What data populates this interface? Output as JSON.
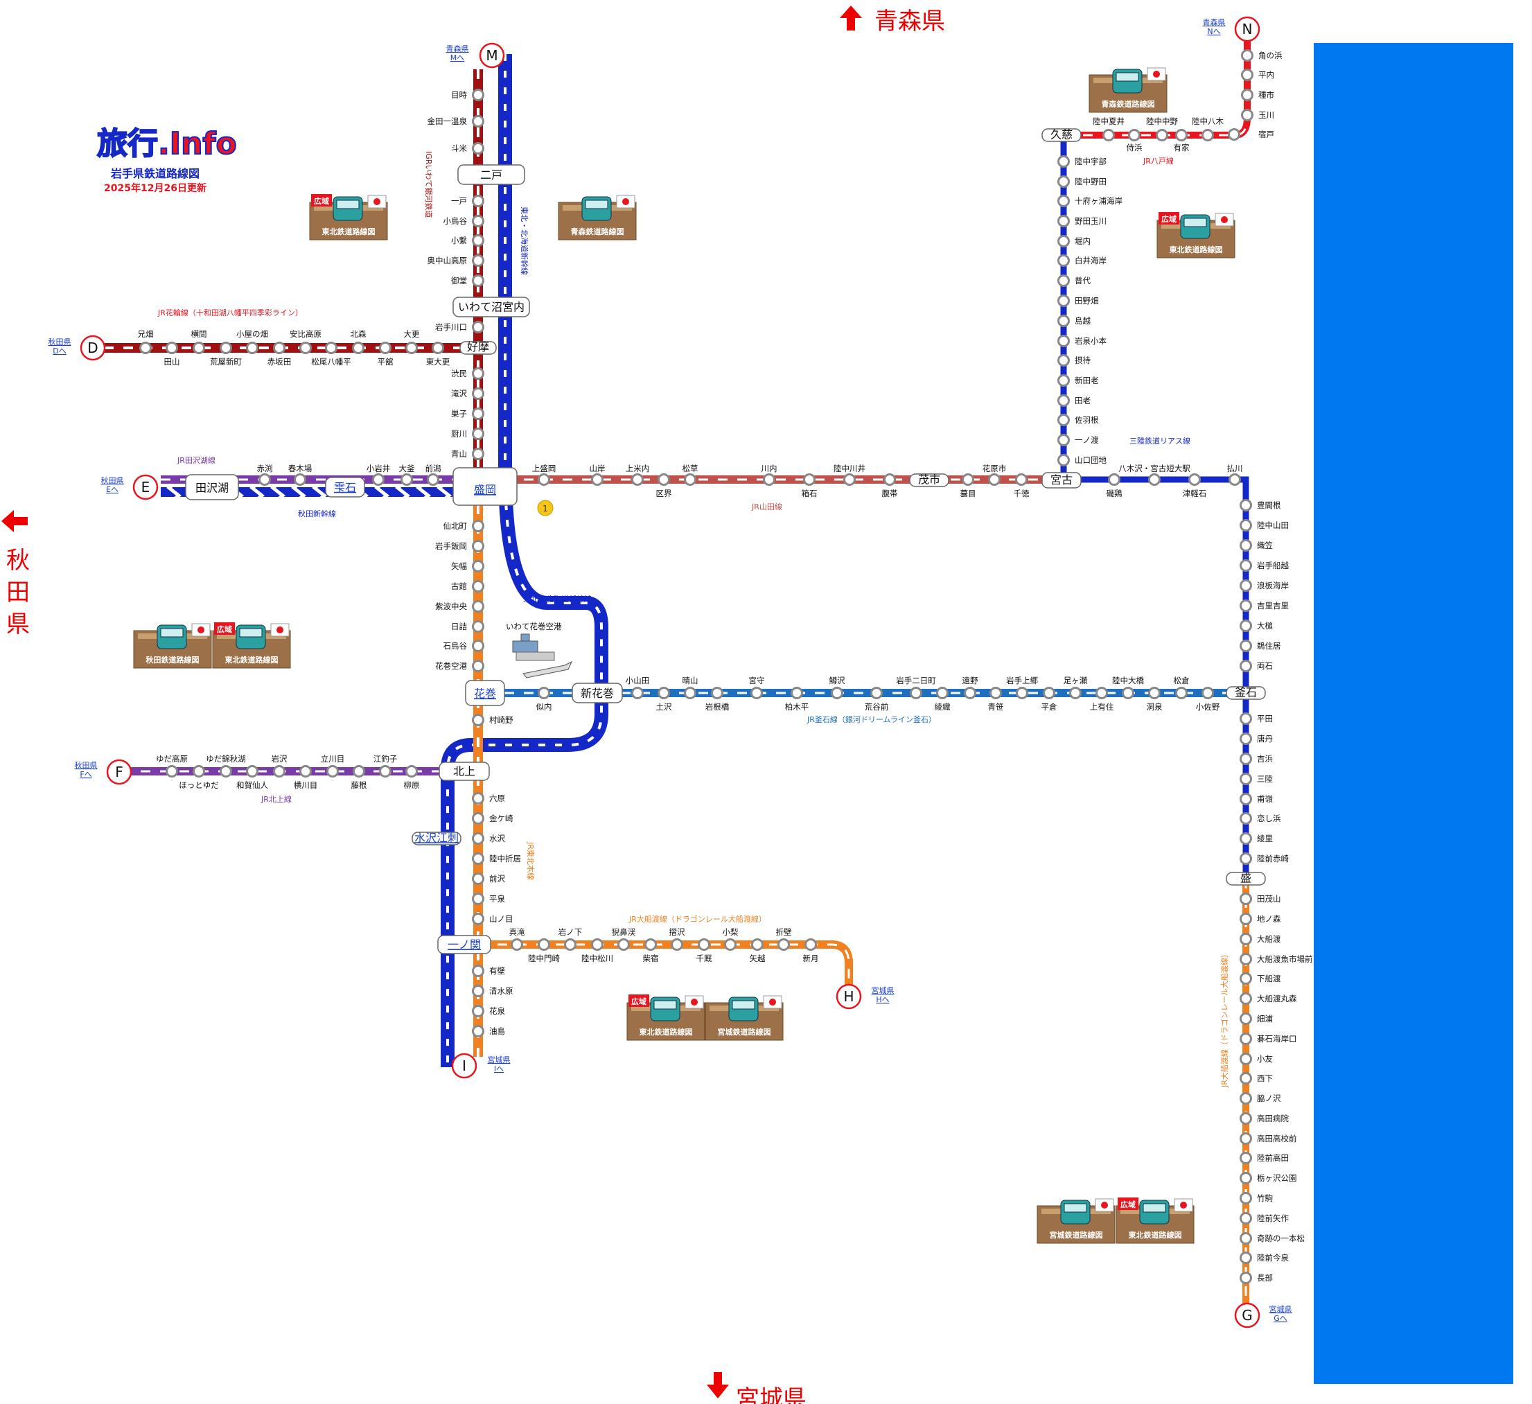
{
  "brand": {
    "logo_text": "旅行.Info",
    "title": "岩手県鉄道路線図",
    "updated": "2025年12月26日更新"
  },
  "colors": {
    "shinkansen": "#1428c8",
    "red": "#e8141e",
    "darkred": "#a01010",
    "purple": "#7a3aa8",
    "orange": "#f08020",
    "blue": "#1e6fbf",
    "sea": "#0078f0",
    "brown": "#a07850"
  },
  "directions": {
    "north": "青森県",
    "south": "宮城県",
    "west_chars": [
      "秋",
      "田",
      "県"
    ]
  },
  "exits": {
    "M": {
      "letter": "M",
      "pref": "青森県",
      "sub": "Mへ"
    },
    "N": {
      "letter": "N",
      "pref": "青森県",
      "sub": "Nへ"
    },
    "D": {
      "letter": "D",
      "pref": "秋田県",
      "sub": "Dへ"
    },
    "E": {
      "letter": "E",
      "pref": "秋田県",
      "sub": "Eへ"
    },
    "F": {
      "letter": "F",
      "pref": "秋田県",
      "sub": "Fへ"
    },
    "G": {
      "letter": "G",
      "pref": "宮城県",
      "sub": "Gへ"
    },
    "H": {
      "letter": "H",
      "pref": "宮城県",
      "sub": "Hへ"
    },
    "I": {
      "letter": "I",
      "pref": "宮城県",
      "sub": "Iへ"
    }
  },
  "hubs": {
    "morioka": "盛岡",
    "ninohe": "二戸",
    "numakunai": "いわて沼宮内",
    "kozuya": "好摩",
    "tazawako": "田沢湖",
    "shizukuishi": "雫石",
    "hanamaki": "花巻",
    "shinhanamaki": "新花巻",
    "kitakami": "北上",
    "mizusawaesashi": "水沢江刺",
    "ichinoseki": "一ノ関",
    "kuji": "久慈",
    "miyako": "宮古",
    "moichi": "茂市",
    "kamaishi": "釜石",
    "sakari": "盛"
  },
  "lines": {
    "igr": "IGRいわて銀河鉄道",
    "tohoku_shinkansen": "東北・北海道新幹線",
    "tohoku_shinkansen2": "東北・北海道新幹線",
    "hanawa": "JR花輪線（十和田湖八幡平四季彩ライン）",
    "tazawako": "JR田沢湖線",
    "akita_shinkansen": "秋田新幹線",
    "yamada": "JR山田線",
    "kamaishi": "JR釜石線（銀河ドリームライン釜石）",
    "kitakami": "JR北上線",
    "tohoku_main": "JR東北本線",
    "ofunato": "JR大船渡線（ドラゴンレール大船渡線）",
    "ofunato_brt": "JR大船渡線（ドラゴンレール大船渡線）",
    "hachinohe": "JR八戸線",
    "sanriku": "三陸鉄道リアス線"
  },
  "airport": "いわて花巻空港",
  "stations": {
    "igr": [
      "目時",
      "金田一温泉",
      "斗米",
      "一戸",
      "小鳥谷",
      "小繋",
      "奥中山高原",
      "御堂",
      "岩手川口",
      "渋民",
      "滝沢",
      "巣子",
      "厨川",
      "青山"
    ],
    "hanawa": [
      "兄畑",
      "田山",
      "横間",
      "荒屋新町",
      "小屋の畑",
      "赤坂田",
      "安比高原",
      "松尾八幡平",
      "北森",
      "平舘",
      "大更",
      "東大更"
    ],
    "tazawako": [
      "赤渕",
      "春木場",
      "小岩井",
      "大釜",
      "前潟"
    ],
    "yamada": [
      "上盛岡",
      "山岸",
      "上米内",
      "区界",
      "松草",
      "川内",
      "箱石",
      "陸中川井",
      "腹帯",
      "花原市",
      "蟇目",
      "千徳"
    ],
    "tohoku_south": [
      "仙北町",
      "岩手飯岡",
      "矢幅",
      "古館",
      "紫波中央",
      "日詰",
      "石鳥谷",
      "花巻空港",
      "村崎野",
      "六原",
      "金ケ崎",
      "水沢",
      "陸中折居",
      "前沢",
      "平泉",
      "山ノ目",
      "有壁",
      "清水原",
      "花泉",
      "油島"
    ],
    "kamaishi": [
      "似内",
      "小山田",
      "土沢",
      "晴山",
      "岩根橋",
      "宮守",
      "柏木平",
      "鱒沢",
      "荒谷前",
      "岩手二日町",
      "綾織",
      "遠野",
      "青笹",
      "岩手上郷",
      "平倉",
      "足ヶ瀬",
      "上有住",
      "陸中大橋",
      "洞泉",
      "松倉",
      "小佐野"
    ],
    "kitakami": [
      "ゆだ高原",
      "ほっとゆだ",
      "ゆだ錦秋湖",
      "和賀仙人",
      "岩沢",
      "横川目",
      "立川目",
      "藤根",
      "江釣子",
      "柳原"
    ],
    "ofunato": [
      "真滝",
      "陸中門崎",
      "岩ノ下",
      "陸中松川",
      "猊鼻渓",
      "柴宿",
      "摺沢",
      "千厩",
      "小梨",
      "矢越",
      "折壁",
      "新月"
    ],
    "hachinohe": [
      "角の浜",
      "平内",
      "種市",
      "玉川",
      "宿戸",
      "陸中八木",
      "有家",
      "陸中中野",
      "侍浜",
      "陸中夏井"
    ],
    "sanriku_north": [
      "陸中宇部",
      "陸中野田",
      "十府ヶ浦海岸",
      "野田玉川",
      "堀内",
      "白井海岸",
      "普代",
      "田野畑",
      "島越",
      "岩泉小本",
      "摂待",
      "新田老",
      "田老",
      "佐羽根",
      "一ノ渡",
      "山口団地"
    ],
    "sanriku_east": [
      "磯鶏",
      "八木沢・宮古短大駅",
      "津軽石",
      "払川"
    ],
    "sanriku_south": [
      "豊間根",
      "陸中山田",
      "織笠",
      "岩手船越",
      "浪板海岸",
      "吉里吉里",
      "大槌",
      "鵜住居",
      "両石",
      "平田",
      "唐丹",
      "吉浜",
      "三陸",
      "甫嶺",
      "恋し浜",
      "綾里",
      "陸前赤崎"
    ],
    "brt": [
      "田茂山",
      "地ノ森",
      "大船渡",
      "大船渡魚市場前",
      "下船渡",
      "大船渡丸森",
      "細浦",
      "碁石海岸口",
      "小友",
      "西下",
      "脇ノ沢",
      "高田病院",
      "高田高校前",
      "陸前高田",
      "栃ヶ沢公園",
      "竹駒",
      "陸前矢作",
      "奇跡の一本松",
      "陸前今泉",
      "長部"
    ]
  },
  "cards": {
    "aomori": "青森鉄道路線図",
    "tohoku": "東北鉄道路線図",
    "akita": "秋田鉄道路線図",
    "miyagi": "宮城鉄道路線図",
    "koiki": "広域"
  },
  "marker_1": "1"
}
